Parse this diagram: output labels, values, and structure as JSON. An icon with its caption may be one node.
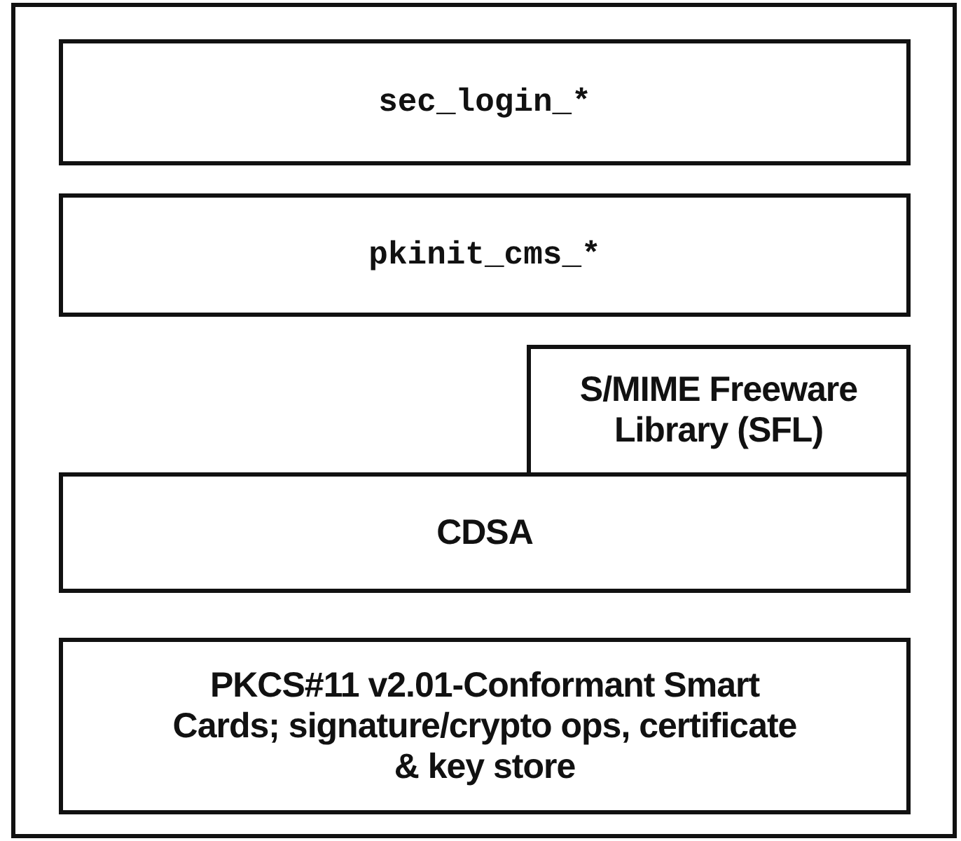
{
  "diagram": {
    "nodes": [
      {
        "text": [],
        "shape": "box"
      },
      {
        "text": [
          "sec_login_*"
        ],
        "in": 0
      },
      {
        "text": [
          "pkinit_cms_*"
        ],
        "in": 0
      },
      {
        "text": [
          "S/MIME Freeware Library (SFL)"
        ],
        "in": 0
      },
      {
        "text": [
          "CDSA"
        ],
        "in": 0
      },
      {
        "text": [
          "PKCS#11 v2.01-Conformant Smart Cards; signature/crypto ops, certificate & key store"
        ],
        "in": 0
      }
    ]
  }
}
